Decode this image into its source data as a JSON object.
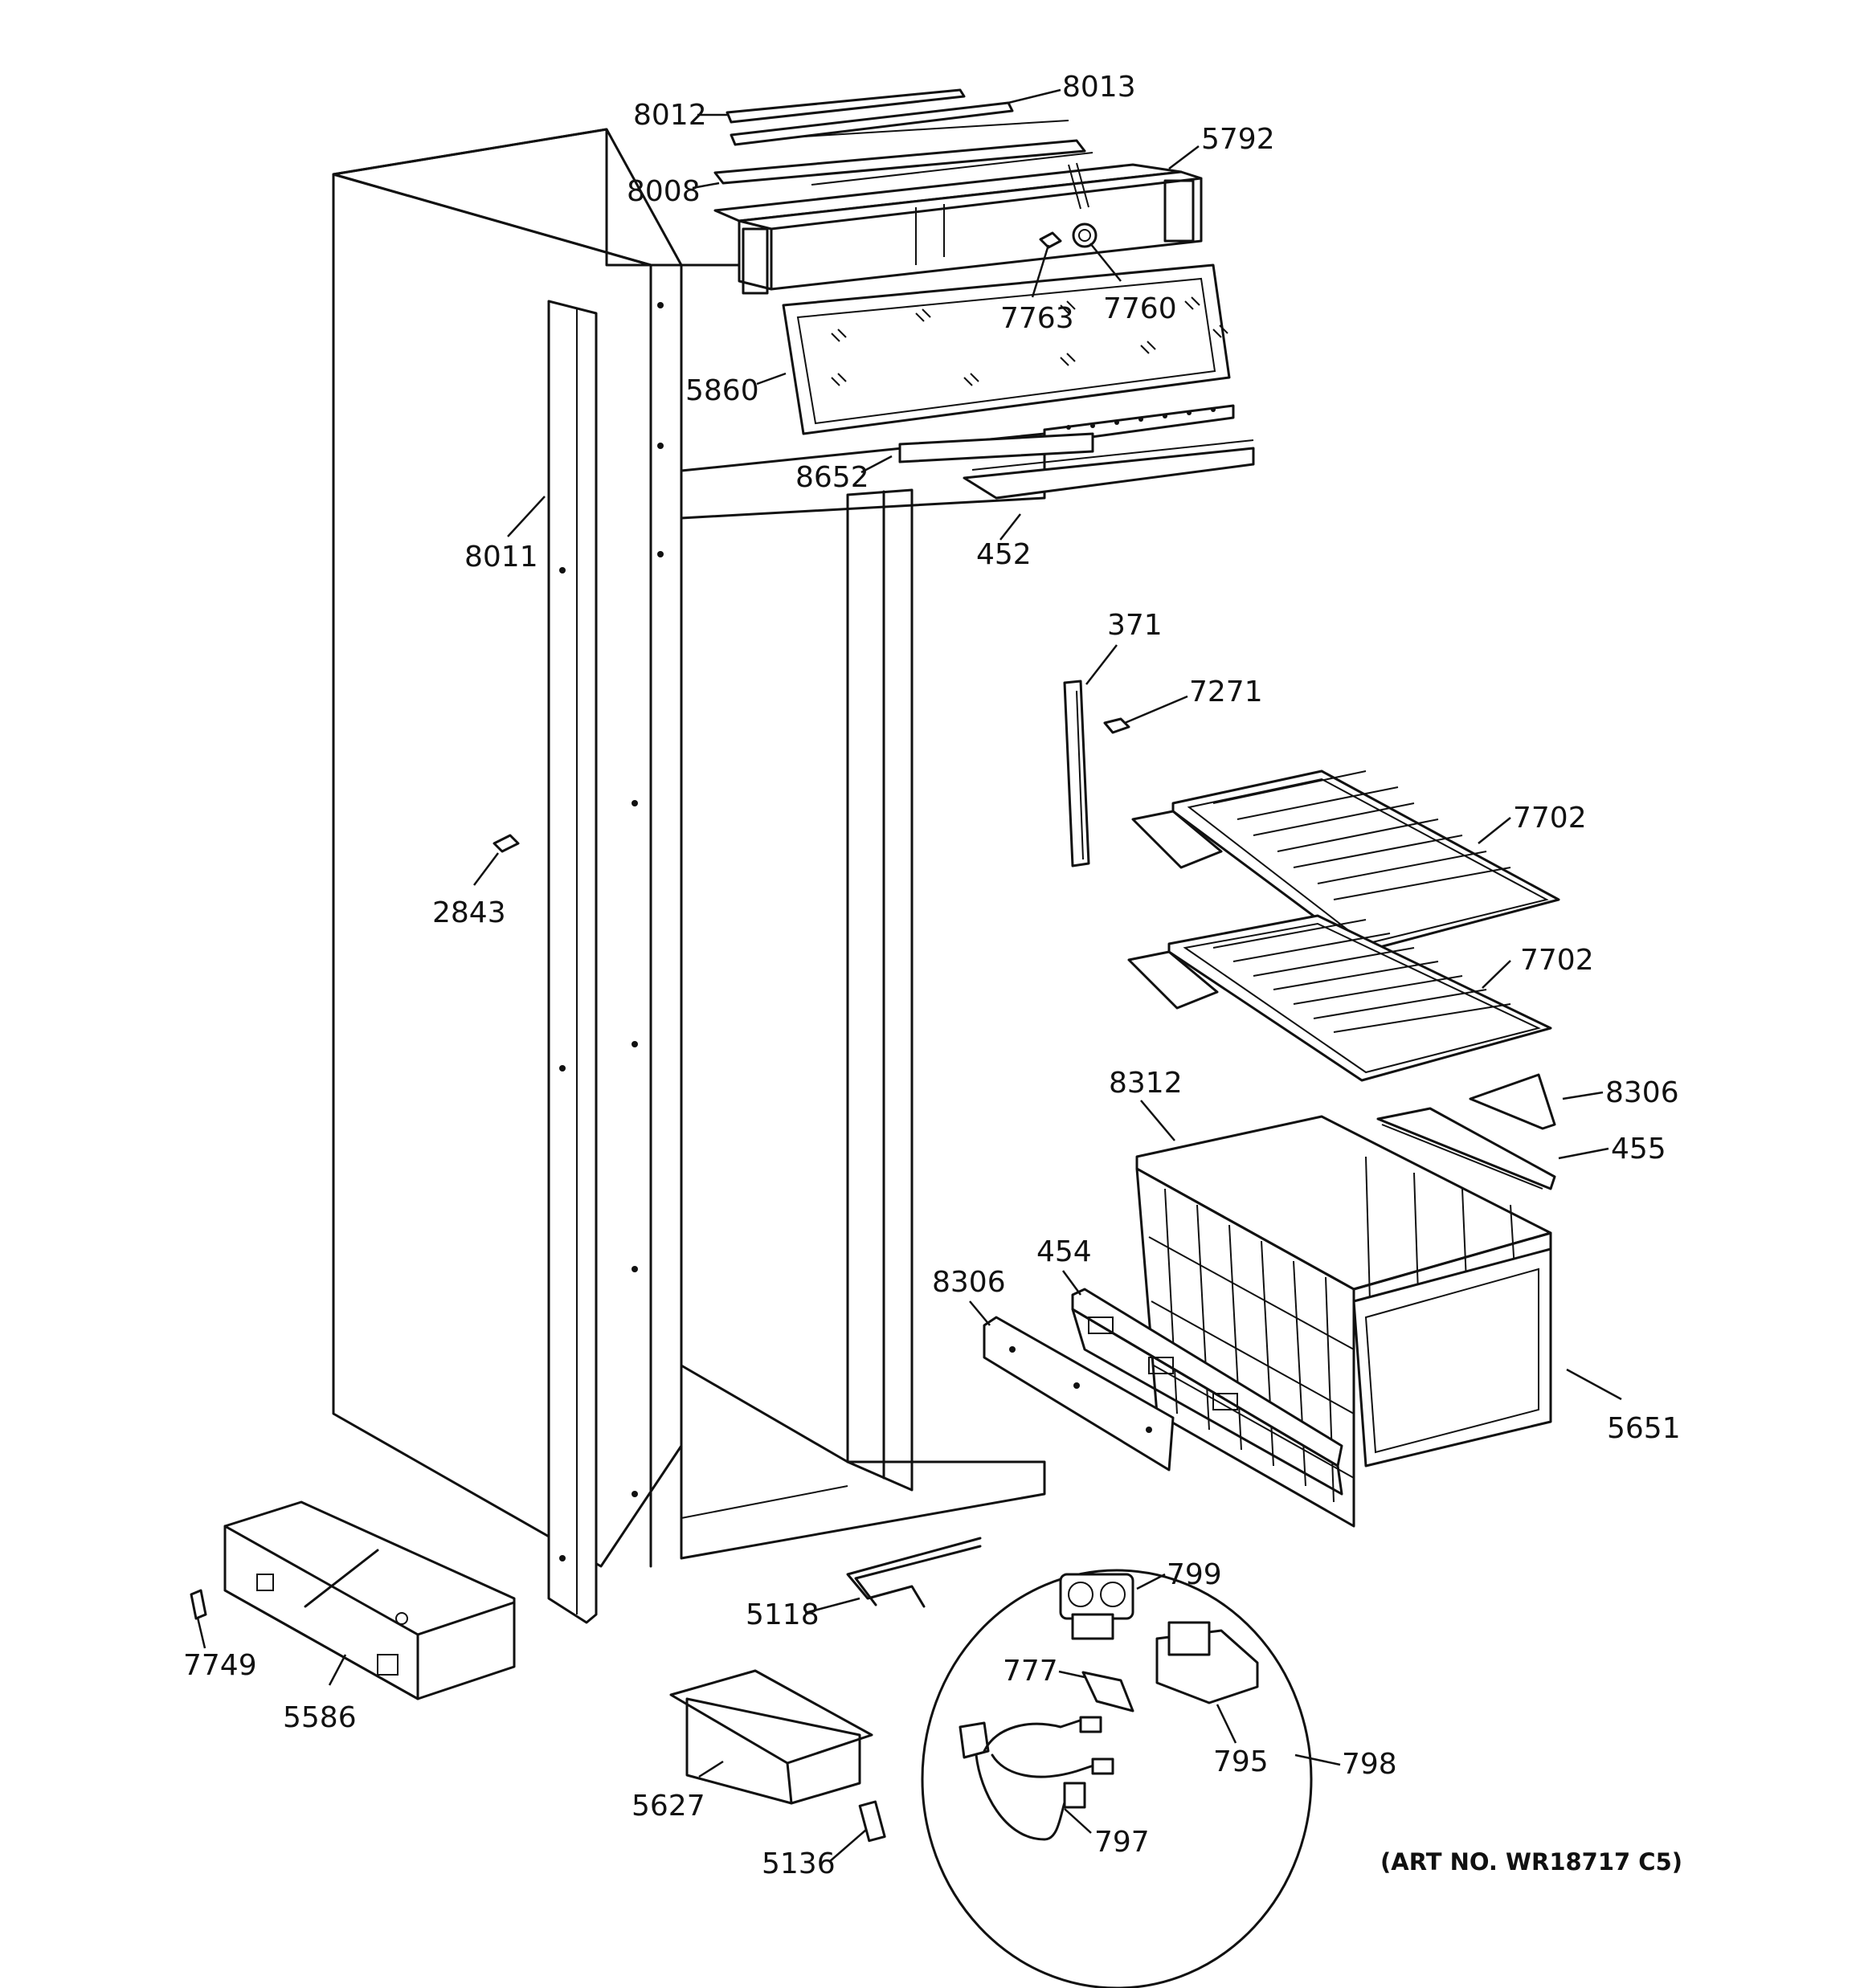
{
  "callouts": {
    "c8012": "8012",
    "c8013": "8013",
    "c5792": "5792",
    "c8008": "8008",
    "c7763": "7763",
    "c7760": "7760",
    "c5860": "5860",
    "c8652": "8652",
    "c452": "452",
    "c8011": "8011",
    "c371": "371",
    "c7271": "7271",
    "c7702a": "7702",
    "c7702b": "7702",
    "c2843": "2843",
    "c8312": "8312",
    "c8306a": "8306",
    "c455": "455",
    "c454": "454",
    "c8306b": "8306",
    "c5651": "5651",
    "c799": "799",
    "c777": "777",
    "c5118": "5118",
    "c7749": "7749",
    "c5586": "5586",
    "c795": "795",
    "c798": "798",
    "c797": "797",
    "c5627": "5627",
    "c5136": "5136"
  },
  "art_number": "(ART NO. WR18717 C5)"
}
